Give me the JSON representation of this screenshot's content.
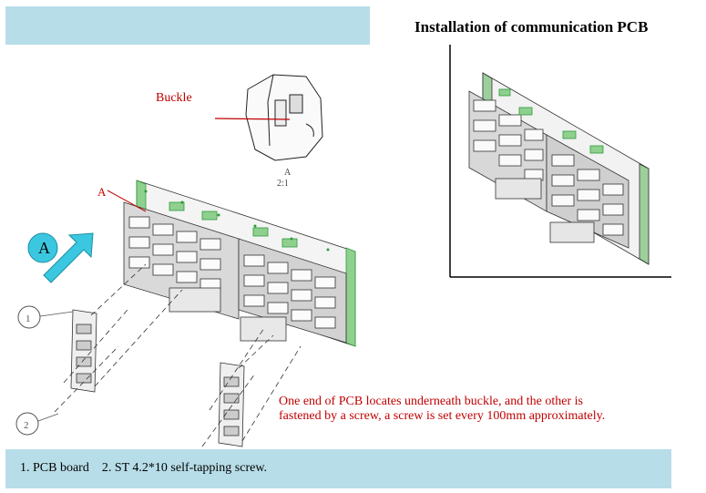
{
  "header": {
    "title": "Installation of communication PCB"
  },
  "labels": {
    "buckle": "Buckle",
    "detail_letter": "A",
    "detail_scale": "2:1",
    "callout_a": "A",
    "view_a": "A",
    "part_1": "1",
    "part_2": "2"
  },
  "note": "One end of PCB locates underneath buckle, and the other is fastened by a screw, a screw is set every 100mm approximately.",
  "footer": {
    "legend": "1. PCB board    2. ST 4.2*10 self-tapping screw."
  },
  "colors": {
    "header_bg": "#b7dde8",
    "note_red": "#c00000",
    "arrow_cyan": "#3cc7e0",
    "pcb_green": "#2e9a3a"
  }
}
